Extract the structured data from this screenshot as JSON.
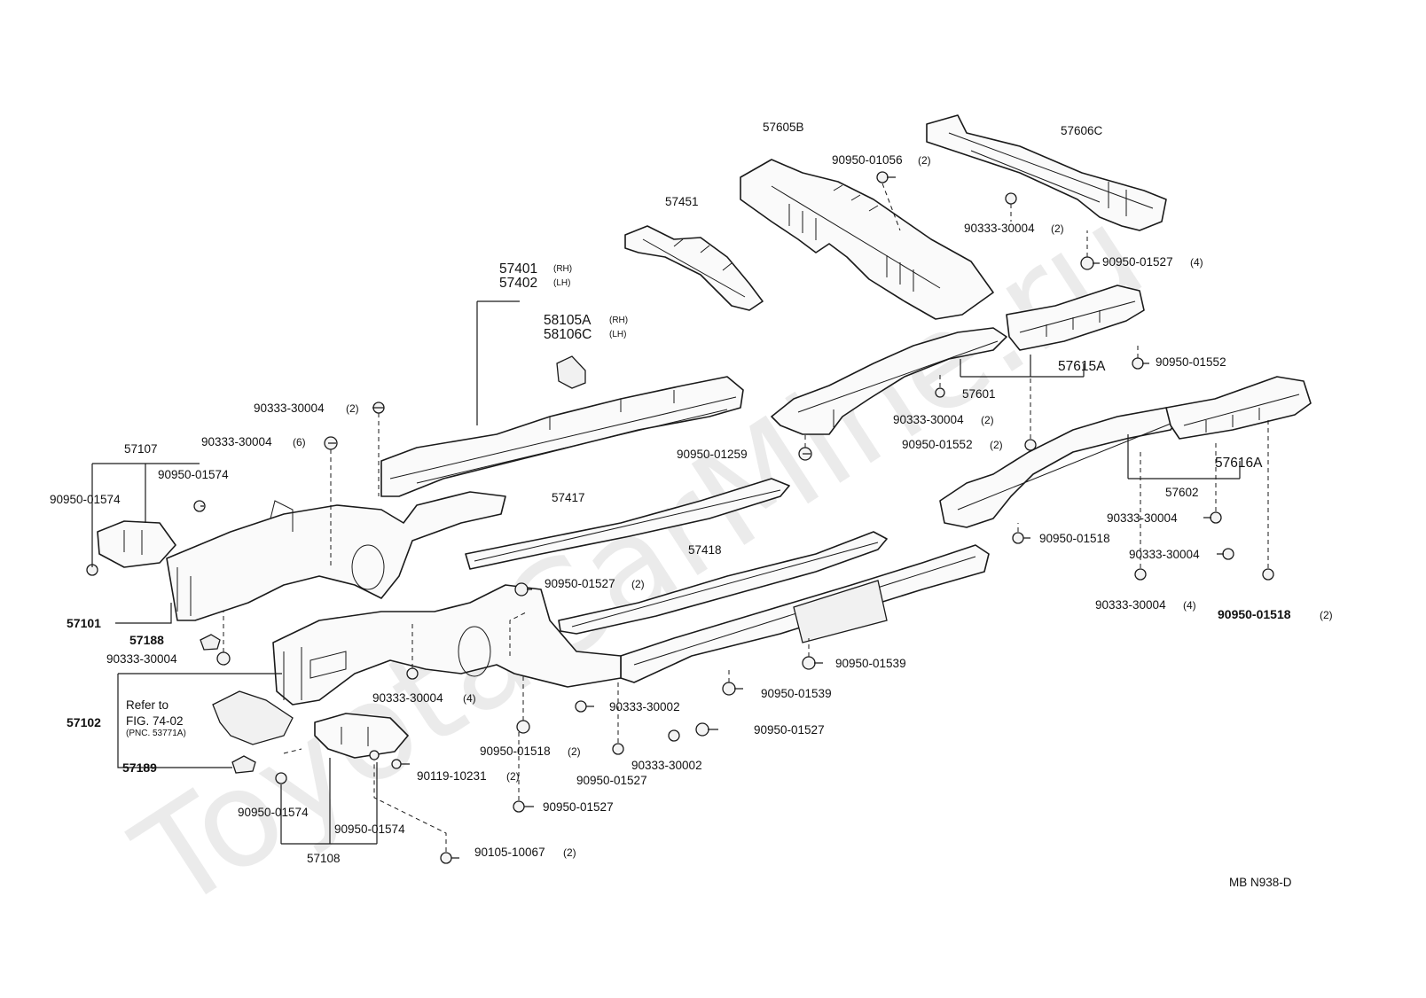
{
  "watermark": "ToyotaCarMine.ru",
  "diagram_code": "MB N938-D",
  "labels": {
    "p57605B": "57605B",
    "p57606C": "57606C",
    "p90950_01056": "90950-01056",
    "q90950_01056": "(2)",
    "p57451": "57451",
    "p90333_30004_top": "90333-30004",
    "q90333_30004_top": "(2)",
    "p90950_01527_top": "90950-01527",
    "q90950_01527_top": "(4)",
    "p57401": "57401",
    "s57401": "(RH)",
    "p57402": "57402",
    "s57402": "(LH)",
    "p58105A": "58105A",
    "s58105A": "(RH)",
    "p58106C": "58106C",
    "s58106C": "(LH)",
    "p90950_01552_a": "90950-01552",
    "p57615A": "57615A",
    "p57601": "57601",
    "p90333_30004_mid": "90333-30004",
    "q90333_30004_mid": "(2)",
    "p90950_01552_b": "90950-01552",
    "q90950_01552_b": "(2)",
    "p90950_01259": "90950-01259",
    "p57616A": "57616A",
    "p57602": "57602",
    "p90333_30004_r1": "90333-30004",
    "p90950_01518_r": "90950-01518",
    "p90333_30004_r2": "90333-30004",
    "p90333_30004_r3": "90333-30004",
    "q90333_30004_r3": "(4)",
    "p90950_01518_r2": "90950-01518",
    "q90950_01518_r2": "(2)",
    "p90333_30004_l1": "90333-30004",
    "q90333_30004_l1": "(2)",
    "p90333_30004_l2": "90333-30004",
    "q90333_30004_l2": "(6)",
    "p57107": "57107",
    "p90950_01574_l1": "90950-01574",
    "p90950_01574_l2": "90950-01574",
    "p57417": "57417",
    "p57418": "57418",
    "p90950_01527_mid": "90950-01527",
    "q90950_01527_mid": "(2)",
    "p57101": "57101",
    "p57188": "57188",
    "p90333_30004_l3": "90333-30004",
    "p90950_01539_a": "90950-01539",
    "p90950_01539_b": "90950-01539",
    "p90333_30004_l4": "90333-30004",
    "q90333_30004_l4": "(4)",
    "p90333_30002_a": "90333-30002",
    "p90950_01527_r": "90950-01527",
    "refer_line1": "Refer to",
    "refer_line2": "FIG. 74-02",
    "refer_line3": "(PNC. 53771A)",
    "p57102": "57102",
    "p90950_01518_b": "90950-01518",
    "q90950_01518_b": "(2)",
    "p90333_30002_b": "90333-30002",
    "p90950_01527_b": "90950-01527",
    "p57189": "57189",
    "p90119_10231": "90119-10231",
    "q90119_10231": "(2)",
    "p90950_01527_c": "90950-01527",
    "p90950_01574_b1": "90950-01574",
    "p90950_01574_b2": "90950-01574",
    "p57108": "57108",
    "p90105_10067": "90105-10067",
    "q90105_10067": "(2)"
  }
}
